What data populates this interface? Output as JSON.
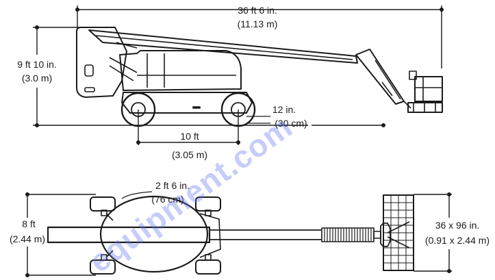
{
  "dimensions": {
    "overall_length": {
      "imperial": "36 ft 6 in.",
      "metric": "(11.13 m)"
    },
    "stowed_height": {
      "imperial": "9 ft 10 in.",
      "metric": "(3.0 m)"
    },
    "ground_clearance": {
      "imperial": "12 in.",
      "metric": "(30 cm)"
    },
    "wheelbase": {
      "imperial": "10 ft",
      "metric": "(3.05 m)"
    },
    "tail_swing": {
      "imperial": "2 ft 6 in.",
      "metric": "(76 cm)"
    },
    "overall_width": {
      "imperial": "8 ft",
      "metric": "(2.44 m)"
    },
    "platform_size": {
      "imperial": "36 x 96 in.",
      "metric": "(0.91 x 2.44 m)"
    }
  },
  "watermark": "equipment.com",
  "colors": {
    "line": "#1a1a1a",
    "watermark": "#5b6ff0"
  }
}
